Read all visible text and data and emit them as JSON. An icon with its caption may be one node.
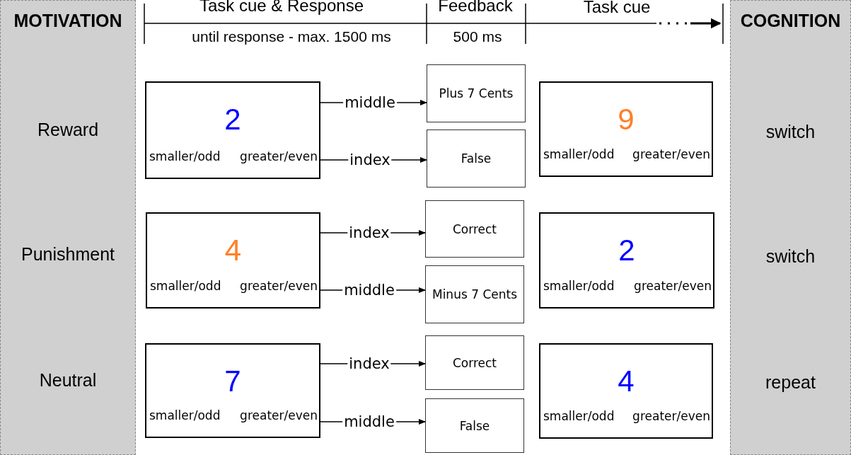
{
  "diagram": {
    "nodes": [
      {
        "text": [
          "MOTIVATION",
          "Reward",
          "Punishment",
          "Neutral"
        ]
      },
      {
        "text": [
          "COGNITION",
          "switch",
          "switch",
          "repeat"
        ]
      },
      {
        "text": [
          "2",
          "smaller/odd",
          "greater/even"
        ]
      },
      {
        "text": [
          "Plus 7 Cents"
        ]
      },
      {
        "text": [
          "False"
        ]
      },
      {
        "text": [
          "9",
          "smaller/odd",
          "greater/even"
        ]
      },
      {
        "text": [
          "4",
          "smaller/odd",
          "greater/even"
        ]
      },
      {
        "text": [
          "Correct"
        ]
      },
      {
        "text": [
          "Minus 7 Cents"
        ]
      },
      {
        "text": [
          "2",
          "smaller/odd",
          "greater/even"
        ]
      },
      {
        "text": [
          "7",
          "smaller/odd",
          "greater/even"
        ]
      },
      {
        "text": [
          "Correct"
        ]
      },
      {
        "text": [
          "False"
        ]
      },
      {
        "text": [
          "4",
          "smaller/odd",
          "greater/even"
        ]
      }
    ],
    "edges": [
      {
        "from": 2,
        "to": 3,
        "arrow": "to",
        "label": "middle"
      },
      {
        "from": 2,
        "to": 4,
        "arrow": "to",
        "label": "index"
      },
      {
        "from": 6,
        "to": 7,
        "arrow": "to",
        "label": "index"
      },
      {
        "from": 6,
        "to": 8,
        "arrow": "to",
        "label": "middle"
      },
      {
        "from": 10,
        "to": 11,
        "arrow": "to",
        "label": "index"
      },
      {
        "from": 10,
        "to": 12,
        "arrow": "to",
        "label": "middle"
      }
    ],
    "labels": [
      "Task cue & Response",
      "Feedback",
      "Task cue",
      "until response - max. 1500 ms",
      "500 ms"
    ]
  }
}
